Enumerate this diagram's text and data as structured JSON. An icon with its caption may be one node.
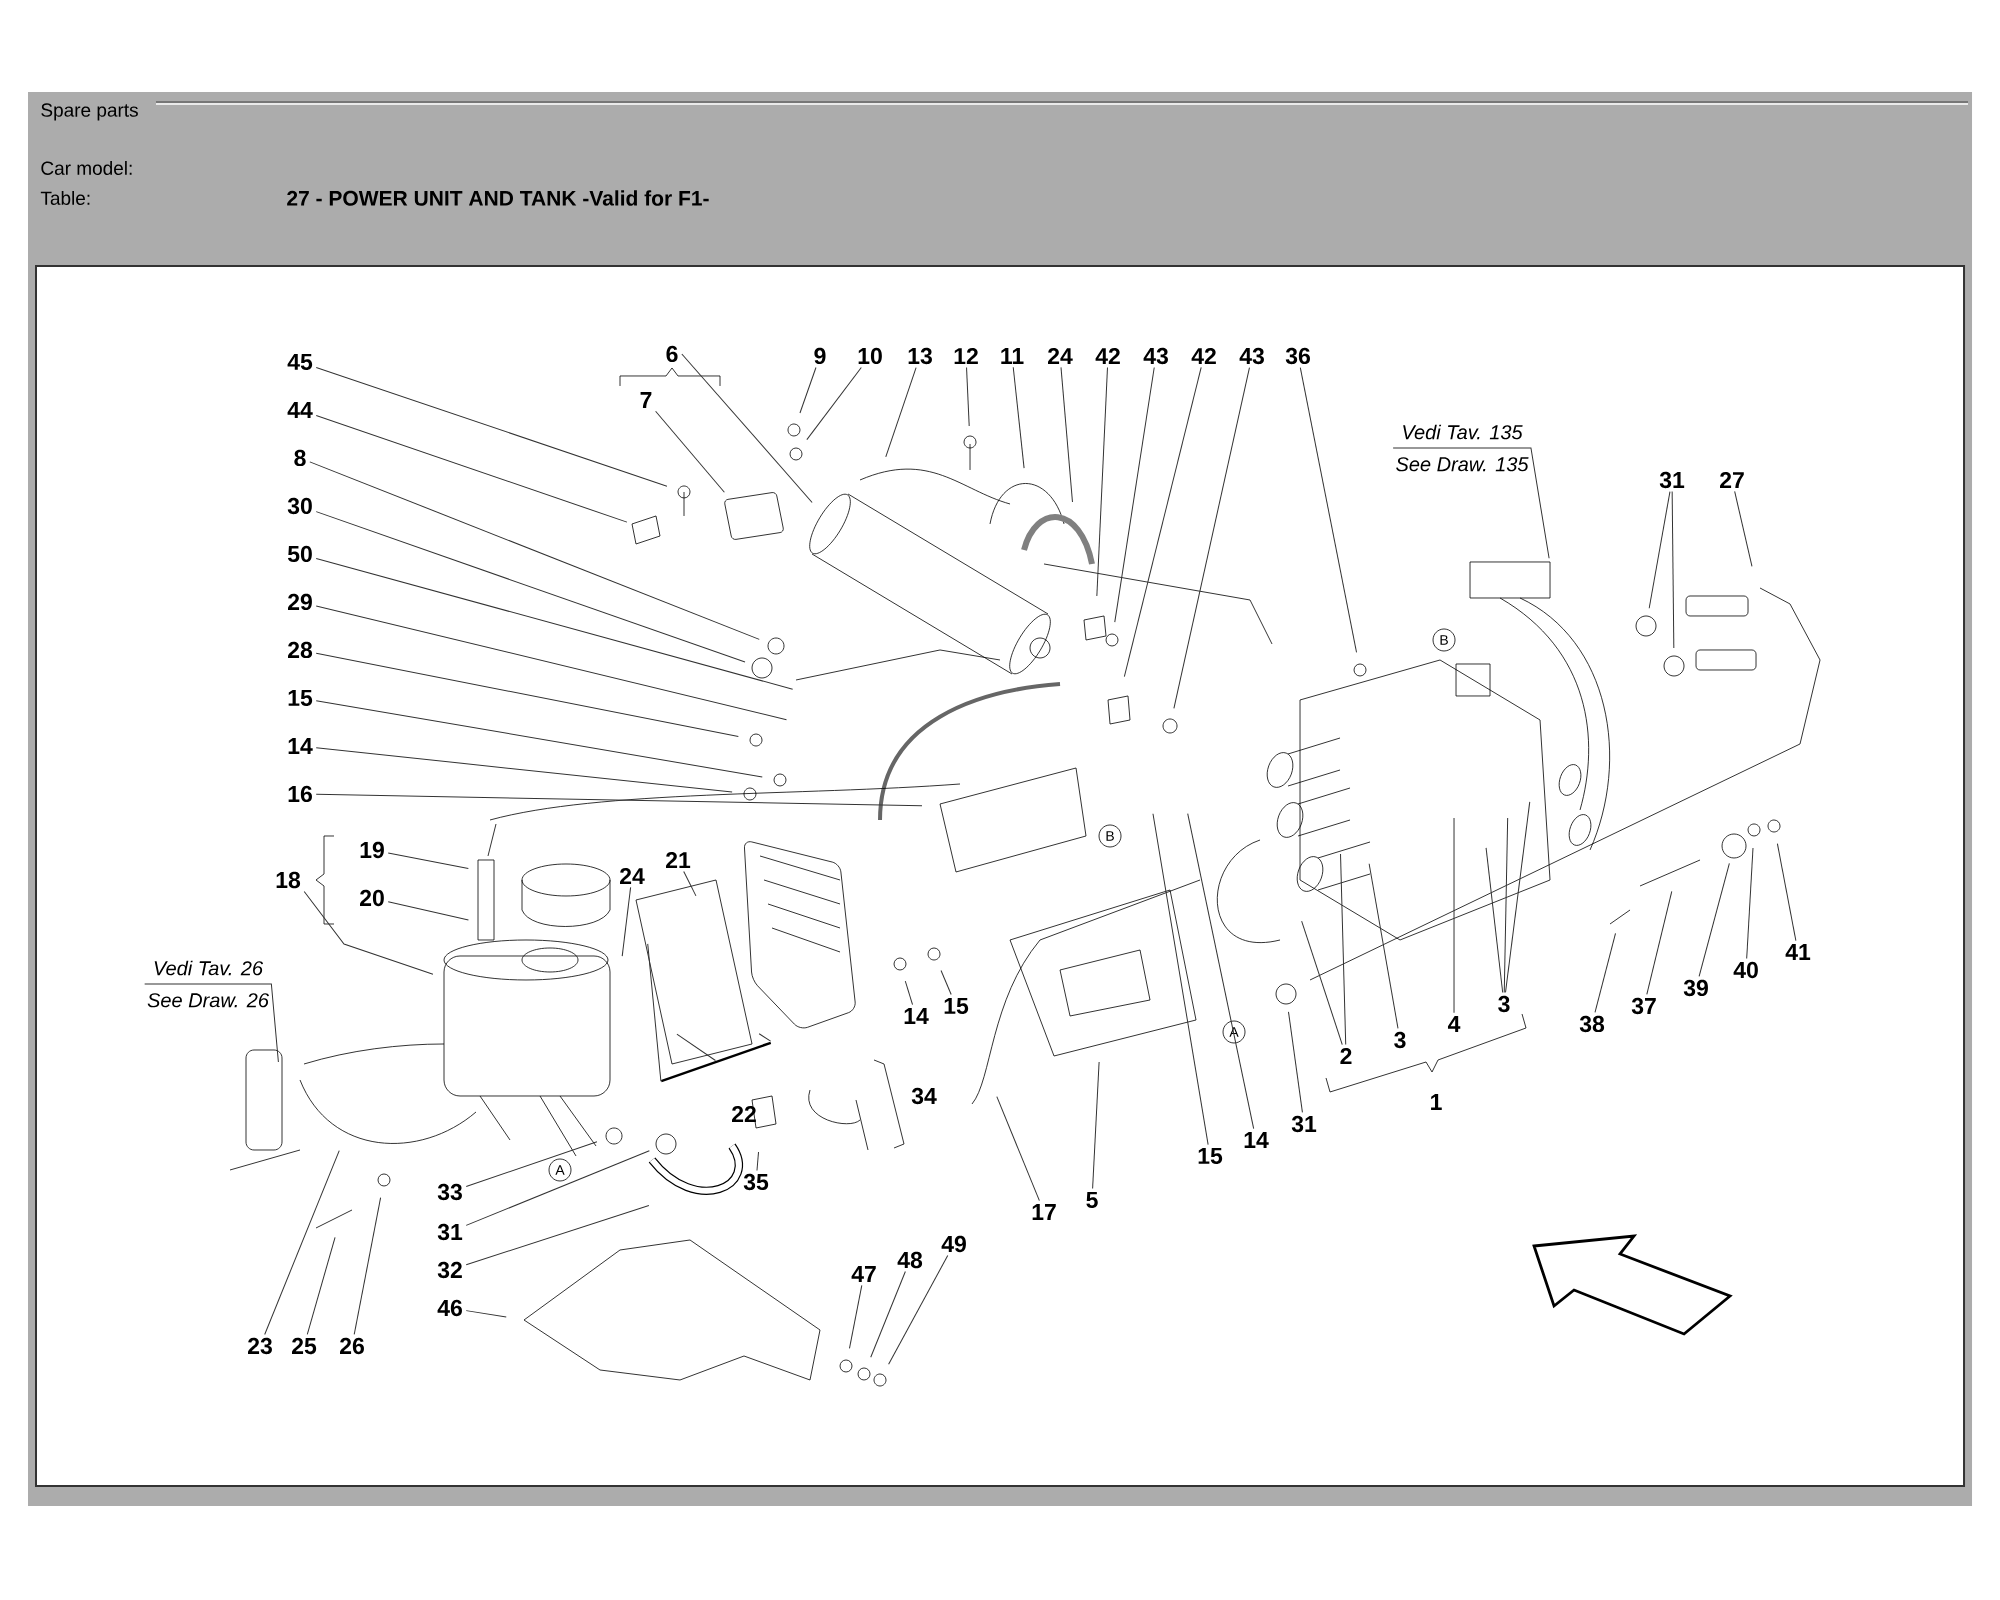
{
  "diagram": {
    "title": "27 - POWER UNIT AND TANK -Valid for F1-",
    "nodes": [
      {
        "text": [
          "45"
        ]
      },
      {
        "text": [
          "44"
        ]
      },
      {
        "text": [
          "8"
        ]
      },
      {
        "text": [
          "30"
        ]
      },
      {
        "text": [
          "50"
        ]
      },
      {
        "text": [
          "29"
        ]
      },
      {
        "text": [
          "28"
        ]
      },
      {
        "text": [
          "15"
        ]
      },
      {
        "text": [
          "14"
        ]
      },
      {
        "text": [
          "16"
        ]
      },
      {
        "text": [
          "6"
        ]
      },
      {
        "text": [
          "7"
        ]
      },
      {
        "text": [
          "9"
        ]
      },
      {
        "text": [
          "10"
        ]
      },
      {
        "text": [
          "13"
        ]
      },
      {
        "text": [
          "12"
        ]
      },
      {
        "text": [
          "11"
        ]
      },
      {
        "text": [
          "24"
        ]
      },
      {
        "text": [
          "42"
        ]
      },
      {
        "text": [
          "43"
        ]
      },
      {
        "text": [
          "42"
        ]
      },
      {
        "text": [
          "43"
        ]
      },
      {
        "text": [
          "36"
        ]
      },
      {
        "text": [
          "Vedi Tav. 135",
          "See Draw. 135"
        ]
      },
      {
        "text": [
          "31"
        ]
      },
      {
        "text": [
          "27"
        ]
      },
      {
        "text": [
          "18"
        ]
      },
      {
        "text": [
          "19"
        ]
      },
      {
        "text": [
          "20"
        ]
      },
      {
        "text": [
          "24"
        ]
      },
      {
        "text": [
          "21"
        ]
      },
      {
        "text": [
          "Vedi Tav. 26",
          "See Draw. 26"
        ]
      },
      {
        "text": [
          "22"
        ]
      },
      {
        "text": [
          "14"
        ]
      },
      {
        "text": [
          "15"
        ]
      },
      {
        "text": [
          "34"
        ]
      },
      {
        "text": [
          "35"
        ]
      },
      {
        "text": [
          "33"
        ]
      },
      {
        "text": [
          "31"
        ]
      },
      {
        "text": [
          "32"
        ]
      },
      {
        "text": [
          "46"
        ]
      },
      {
        "text": [
          "47"
        ]
      },
      {
        "text": [
          "48"
        ]
      },
      {
        "text": [
          "49"
        ]
      },
      {
        "text": [
          "23"
        ]
      },
      {
        "text": [
          "25"
        ]
      },
      {
        "text": [
          "26"
        ]
      },
      {
        "text": [
          "17"
        ]
      },
      {
        "text": [
          "5"
        ]
      },
      {
        "text": [
          "15"
        ]
      },
      {
        "text": [
          "14"
        ]
      },
      {
        "text": [
          "31"
        ]
      },
      {
        "text": [
          "2"
        ]
      },
      {
        "text": [
          "3"
        ]
      },
      {
        "text": [
          "4"
        ]
      },
      {
        "text": [
          "3"
        ]
      },
      {
        "text": [
          "1"
        ]
      },
      {
        "text": [
          "38"
        ]
      },
      {
        "text": [
          "37"
        ]
      },
      {
        "text": [
          "39"
        ]
      },
      {
        "text": [
          "40"
        ]
      },
      {
        "text": [
          "41"
        ]
      },
      {
        "text": [],
        "shape": "bar"
      }
    ],
    "edges": [
      {
        "from": 0,
        "to": null,
        "arrow": "none"
      },
      {
        "from": 1,
        "to": null,
        "arrow": "none"
      },
      {
        "from": 2,
        "to": null,
        "arrow": "none"
      },
      {
        "from": 3,
        "to": null,
        "arrow": "none"
      },
      {
        "from": 4,
        "to": null,
        "arrow": "none"
      },
      {
        "from": 5,
        "to": null,
        "arrow": "none"
      },
      {
        "from": 6,
        "to": null,
        "arrow": "none"
      },
      {
        "from": 7,
        "to": null,
        "arrow": "none"
      },
      {
        "from": 8,
        "to": null,
        "arrow": "none"
      },
      {
        "from": 9,
        "to": null,
        "arrow": "none"
      },
      {
        "from": 10,
        "to": null,
        "arrow": "none"
      },
      {
        "from": 11,
        "to": null,
        "arrow": "none"
      },
      {
        "from": 12,
        "to": null,
        "arrow": "none"
      },
      {
        "from": 13,
        "to": null,
        "arrow": "none"
      },
      {
        "from": 14,
        "to": null,
        "arrow": "none"
      },
      {
        "from": 15,
        "to": null,
        "arrow": "none"
      },
      {
        "from": 16,
        "to": null,
        "arrow": "none"
      },
      {
        "from": 17,
        "to": null,
        "arrow": "none"
      },
      {
        "from": 18,
        "to": null,
        "arrow": "none"
      },
      {
        "from": 19,
        "to": null,
        "arrow": "none"
      },
      {
        "from": 20,
        "to": null,
        "arrow": "none"
      },
      {
        "from": 21,
        "to": null,
        "arrow": "none"
      },
      {
        "from": 22,
        "to": null,
        "arrow": "none"
      },
      {
        "from": 23,
        "to": null,
        "arrow": "none"
      },
      {
        "from": 24,
        "to": null,
        "arrow": "none"
      },
      {
        "from": 24,
        "to": null,
        "arrow": "none"
      },
      {
        "from": 25,
        "to": null,
        "arrow": "none"
      },
      {
        "from": 26,
        "to": null,
        "arrow": "none"
      },
      {
        "from": 27,
        "to": null,
        "arrow": "none"
      },
      {
        "from": 28,
        "to": null,
        "arrow": "none"
      },
      {
        "from": 29,
        "to": null,
        "arrow": "none"
      },
      {
        "from": 30,
        "to": null,
        "arrow": "none"
      },
      {
        "from": 31,
        "to": null,
        "arrow": "none"
      },
      {
        "from": 62,
        "to": null,
        "arrow": "none"
      },
      {
        "from": 62,
        "to": null,
        "arrow": "none"
      },
      {
        "from": 62,
        "to": null,
        "arrow": "none"
      },
      {
        "from": 33,
        "to": null,
        "arrow": "none"
      },
      {
        "from": 34,
        "to": null,
        "arrow": "none"
      },
      {
        "from": 36,
        "to": null,
        "arrow": "none"
      },
      {
        "from": 37,
        "to": null,
        "arrow": "none"
      },
      {
        "from": 38,
        "to": null,
        "arrow": "none"
      },
      {
        "from": 39,
        "to": null,
        "arrow": "none"
      },
      {
        "from": 40,
        "to": null,
        "arrow": "none"
      },
      {
        "from": 41,
        "to": null,
        "arrow": "none"
      },
      {
        "from": 42,
        "to": null,
        "arrow": "none"
      },
      {
        "from": 43,
        "to": null,
        "arrow": "none"
      },
      {
        "from": 44,
        "to": null,
        "arrow": "none"
      },
      {
        "from": 45,
        "to": null,
        "arrow": "none"
      },
      {
        "from": 46,
        "to": null,
        "arrow": "none"
      },
      {
        "from": 47,
        "to": null,
        "arrow": "none"
      },
      {
        "from": 48,
        "to": null,
        "arrow": "none"
      },
      {
        "from": 49,
        "to": null,
        "arrow": "none"
      },
      {
        "from": 50,
        "to": null,
        "arrow": "none"
      },
      {
        "from": 51,
        "to": null,
        "arrow": "none"
      },
      {
        "from": 52,
        "to": null,
        "arrow": "none"
      },
      {
        "from": 52,
        "to": null,
        "arrow": "none"
      },
      {
        "from": 53,
        "to": null,
        "arrow": "none"
      },
      {
        "from": 54,
        "to": null,
        "arrow": "none"
      },
      {
        "from": 55,
        "to": null,
        "arrow": "none"
      },
      {
        "from": 55,
        "to": null,
        "arrow": "none"
      },
      {
        "from": 55,
        "to": null,
        "arrow": "none"
      },
      {
        "from": 57,
        "to": null,
        "arrow": "none"
      },
      {
        "from": 58,
        "to": null,
        "arrow": "none"
      },
      {
        "from": 59,
        "to": null,
        "arrow": "none"
      },
      {
        "from": 60,
        "to": null,
        "arrow": "none"
      },
      {
        "from": 61,
        "to": null,
        "arrow": "none"
      }
    ],
    "labels": [
      "Spare parts",
      "Car model:",
      "Table:",
      "B",
      "B",
      "A",
      "A"
    ]
  }
}
